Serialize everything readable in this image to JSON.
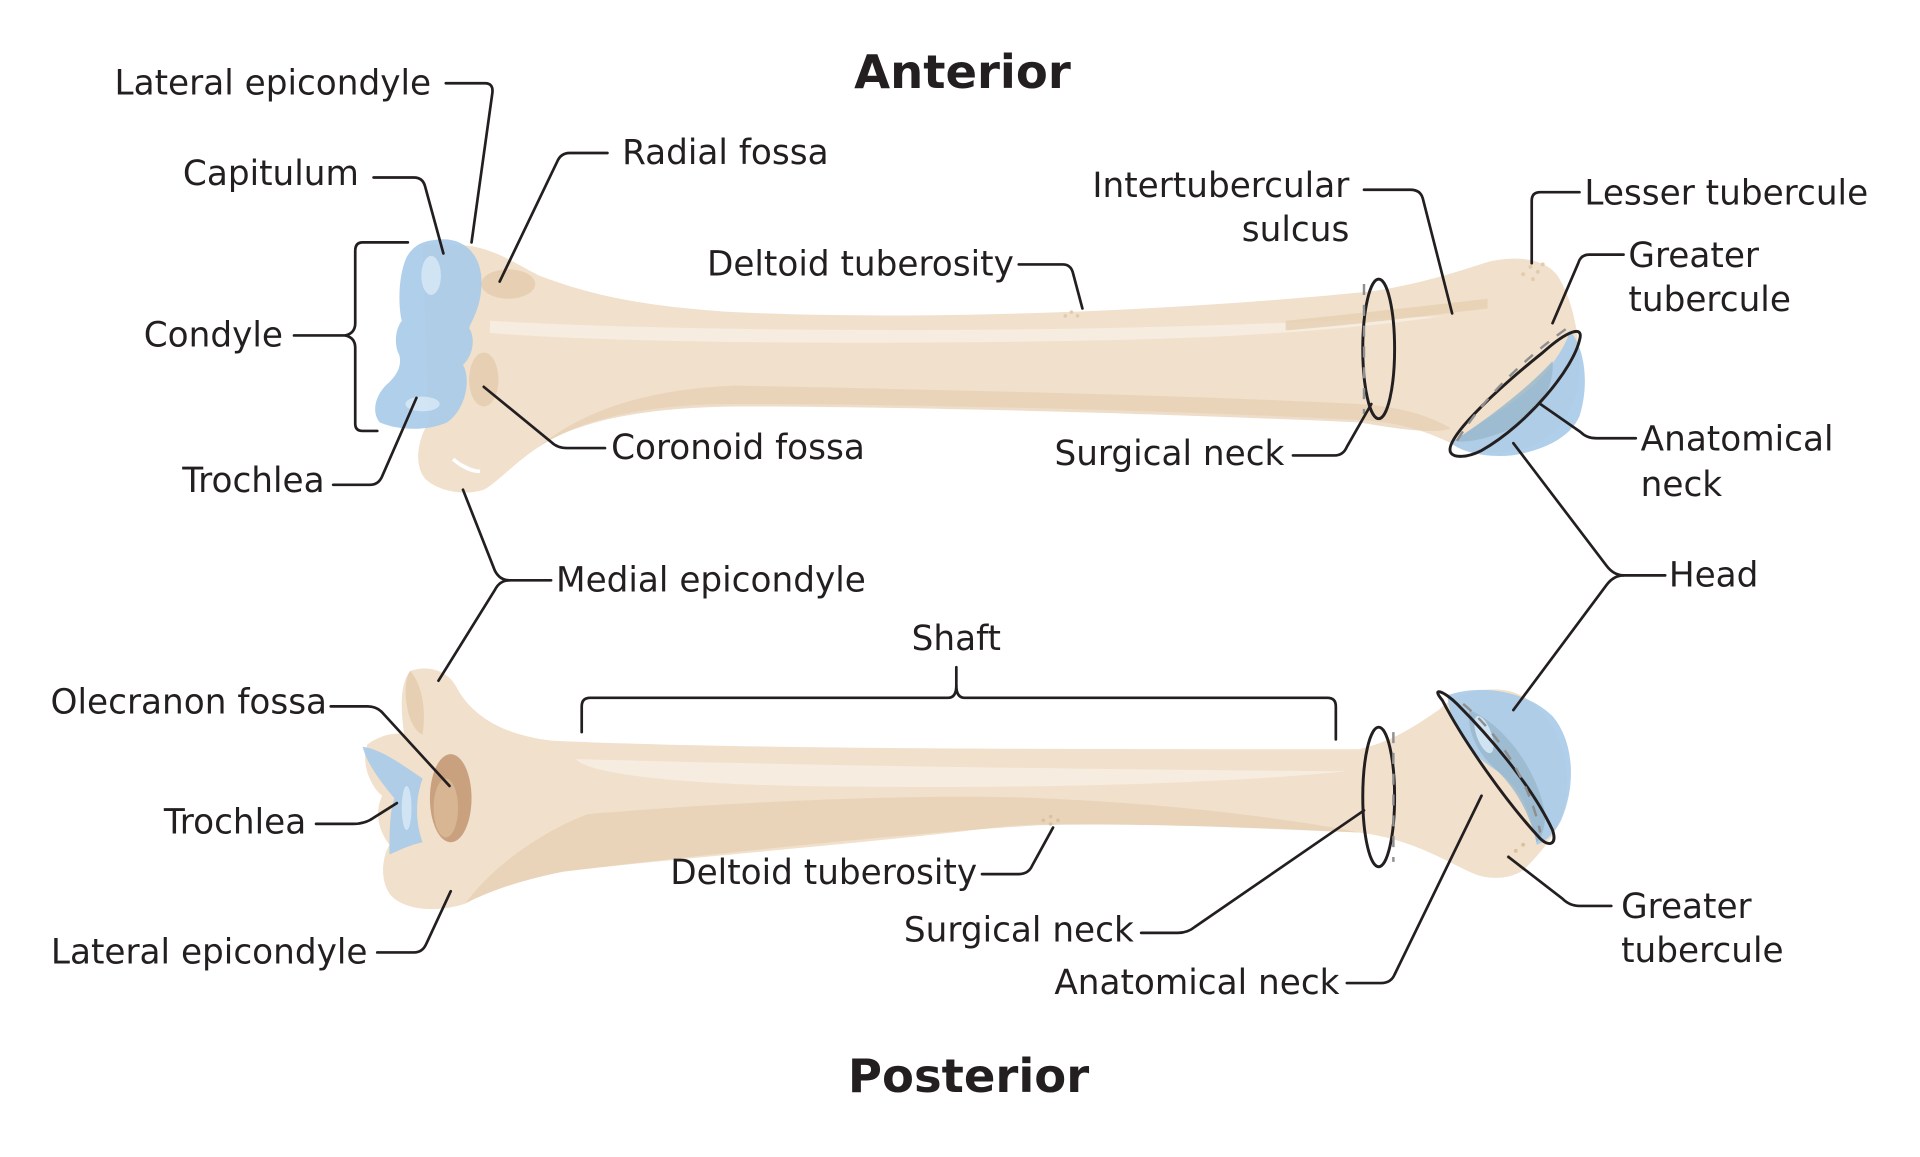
{
  "titles": {
    "anterior": "Anterior",
    "posterior": "Posterior"
  },
  "colors": {
    "bone": "#f1e0cb",
    "cartilage": "#a9cbe8",
    "text": "#231f20"
  },
  "anterior_labels": {
    "lateral_epicondyle": "Lateral epicondyle",
    "capitulum": "Capitulum",
    "condyle": "Condyle",
    "trochlea": "Trochlea",
    "radial_fossa": "Radial fossa",
    "coronoid_fossa": "Coronoid fossa",
    "deltoid_tuberosity": "Deltoid tuberosity",
    "intertubercular_sulcus_line1": "Intertubercular",
    "intertubercular_sulcus_line2": "sulcus",
    "surgical_neck": "Surgical neck",
    "lesser_tubercule": "Lesser tubercule",
    "greater_tubercule_line1": "Greater",
    "greater_tubercule_line2": "tubercule",
    "anatomical_neck_line1": "Anatomical",
    "anatomical_neck_line2": "neck"
  },
  "shared_labels": {
    "medial_epicondyle": "Medial epicondyle",
    "head": "Head"
  },
  "posterior_labels": {
    "shaft": "Shaft",
    "olecranon_fossa": "Olecranon fossa",
    "trochlea": "Trochlea",
    "lateral_epicondyle": "Lateral epicondyle",
    "deltoid_tuberosity": "Deltoid tuberosity",
    "surgical_neck": "Surgical neck",
    "anatomical_neck": "Anatomical neck",
    "greater_tubercule_line1": "Greater",
    "greater_tubercule_line2": "tubercule"
  }
}
